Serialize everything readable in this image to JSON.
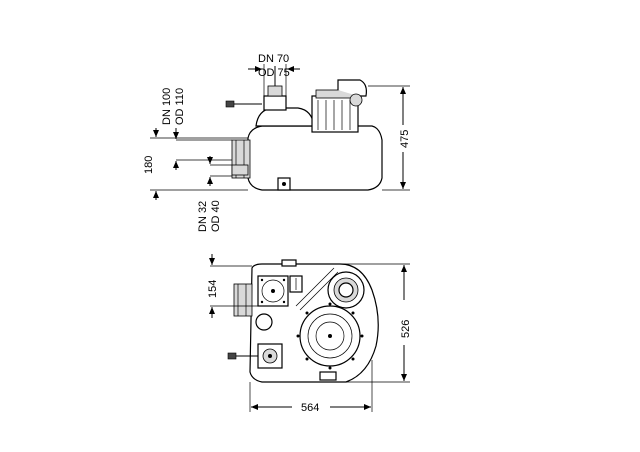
{
  "labels": {
    "dn70": "DN 70",
    "od75": "OD 75",
    "dn100": "DN 100",
    "od110": "OD 110",
    "dn32": "DN 32",
    "od40": "OD 40",
    "dim_475": "475",
    "dim_180": "180",
    "dim_154": "154",
    "dim_526": "526",
    "dim_564": "564"
  }
}
